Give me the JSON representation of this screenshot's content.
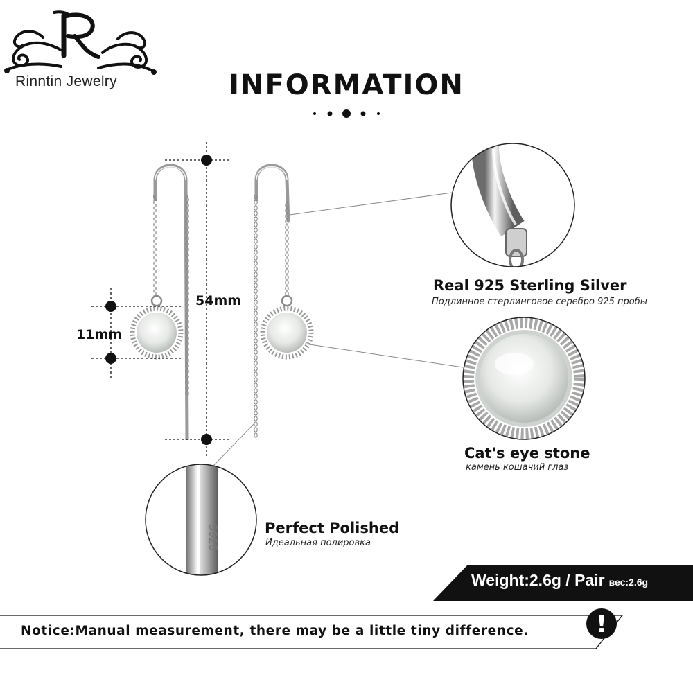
{
  "brand": {
    "name": "Rinntin Jewelry"
  },
  "header": {
    "title": "INFORMATION"
  },
  "dimensions": {
    "length": "54mm",
    "diameter": "11mm"
  },
  "features": [
    {
      "title": "Real 925  Sterling  Silver",
      "subtitle": "Подлинное стерлинговое серебро 925 пробы"
    },
    {
      "title": "Cat's eye stone",
      "subtitle": "камень кошачий глаз"
    },
    {
      "title": "Perfect  Polished",
      "subtitle": "Идеальная полировка"
    }
  ],
  "stamp": "S925",
  "weight": {
    "main": "Weight:2.6g / Pair",
    "sub": "вес:2.6g"
  },
  "notice": {
    "text": "Notice:Manual measurement, there may be a little tiny difference.",
    "icon": "exclamation-icon"
  },
  "colors": {
    "banner": "#111111",
    "text": "#111111",
    "silver": "#9a9a9a",
    "stone": "#e8ebe8"
  }
}
